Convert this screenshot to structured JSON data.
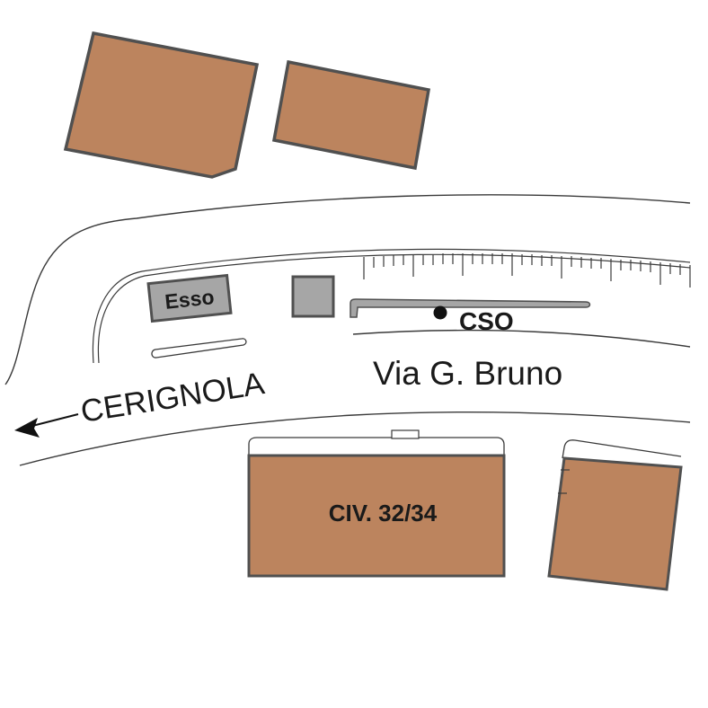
{
  "labels": {
    "esso": "Esso",
    "cso": "CSO",
    "street": "Via G. Bruno",
    "direction": "CERIGNOLA",
    "building": "CIV. 32/34"
  },
  "colors": {
    "building_fill": "#bc845e",
    "building_stroke": "#505050",
    "station_fill": "#a6a6a6",
    "road_line": "#3a3a3a",
    "background": "#ffffff"
  },
  "icons": {
    "direction_arrow": "arrow-left-icon",
    "cso_marker": "location-dot-icon"
  }
}
